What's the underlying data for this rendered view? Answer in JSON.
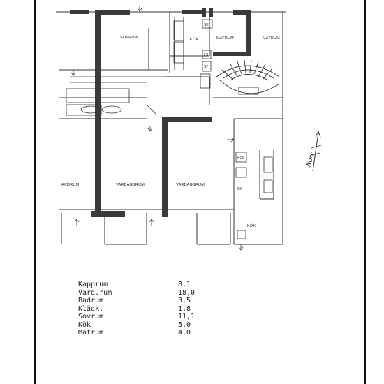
{
  "plan": {
    "rooms": [
      {
        "id": "sovrum",
        "label": "SOVRUM"
      },
      {
        "id": "kok-top",
        "label": "KÖK"
      },
      {
        "id": "matrum-1",
        "label": "MATRUM"
      },
      {
        "id": "matrum-2",
        "label": "MATRUM"
      },
      {
        "id": "acdrum",
        "label": "ACDRUM"
      },
      {
        "id": "vardagsrum-1",
        "label": "VARDAGSRUM"
      },
      {
        "id": "vardagsrum-2",
        "label": "VARDAGSRUM"
      },
      {
        "id": "kok-right",
        "label": "KÖK"
      }
    ],
    "fixtures": {
      "sk_top": "SK",
      "ls": "LS",
      "st": "ST",
      "kcs": "KCS",
      "sk_right": "SK"
    },
    "north_label": "Norr"
  },
  "areas": [
    {
      "name": "Kapprum",
      "value": "8,1"
    },
    {
      "name": "Vard.rum",
      "value": "18,0"
    },
    {
      "name": "Badrum",
      "value": "3,5"
    },
    {
      "name": "Klädk.",
      "value": "1,8"
    },
    {
      "name": "Sovrum",
      "value": "11,1"
    },
    {
      "name": "Kök",
      "value": "5,0"
    },
    {
      "name": "Matrum",
      "value": "4,0"
    }
  ]
}
